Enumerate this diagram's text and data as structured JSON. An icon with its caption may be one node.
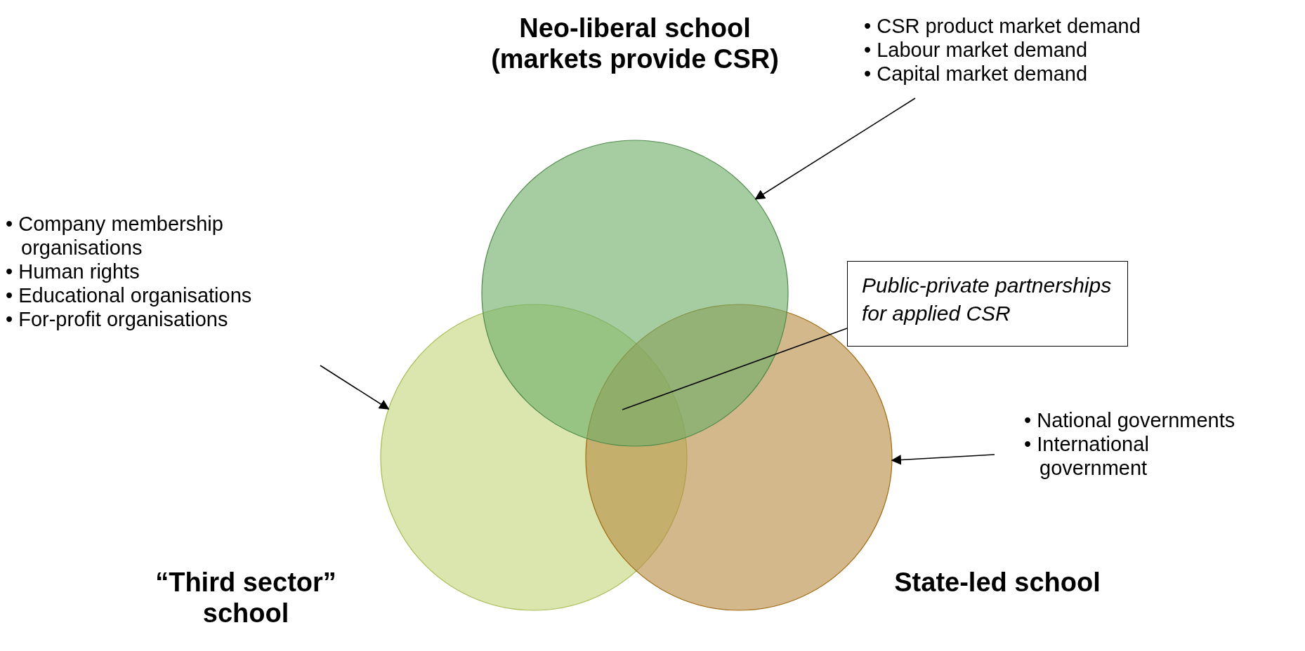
{
  "diagram": {
    "nodes": [
      {
        "text": [
          "Neo-liberal school (markets provide CSR)"
        ]
      },
      {
        "text": [
          "“Third sector” school"
        ]
      },
      {
        "text": [
          "State-led school"
        ]
      },
      {
        "text": [
          "• CSR product market demand",
          "• Labour market demand",
          "• Capital market demand"
        ]
      },
      {
        "text": [
          "• Company membership organisations",
          "• Human rights",
          "• Educational organisations",
          "• For-profit organisations"
        ]
      },
      {
        "text": [
          "Public-private partnerships for applied CSR"
        ]
      },
      {
        "text": [
          "• National governments",
          "• International government"
        ]
      }
    ],
    "edges": [
      {
        "from": 3,
        "to": 0,
        "arrow": "to"
      },
      {
        "from": 4,
        "to": 1,
        "arrow": "to"
      },
      {
        "from": 5,
        "to": 0,
        "arrow": "none"
      },
      {
        "from": 6,
        "to": 2,
        "arrow": "to"
      }
    ]
  }
}
